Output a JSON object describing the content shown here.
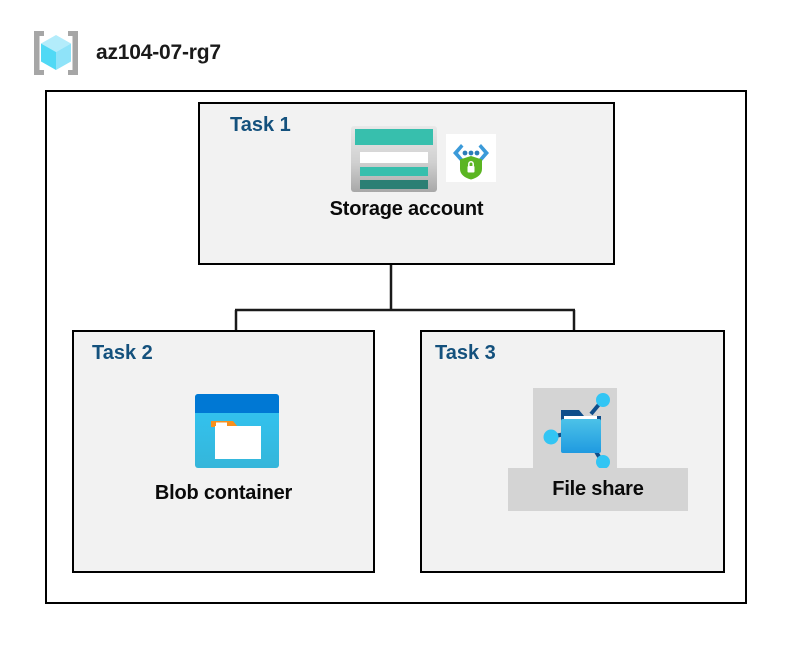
{
  "header": {
    "resource_group_name": "az104-07-rg7",
    "icon": "resource-group-icon"
  },
  "diagram": {
    "type": "azure-architecture-hierarchy",
    "colors": {
      "task_label": "#14517d",
      "box_fill": "#f2f2f2",
      "box_border": "#000000",
      "canvas": "#ffffff",
      "selection_highlight": "#d4d4d4",
      "storage_teal": "#37bfad",
      "storage_teal_dark": "#2c7f74",
      "blob_blue": "#0078d4",
      "blob_cyan": "#32c5f4",
      "folder_orange": "#f7901e",
      "fileshare_blue": "#1f9ae0",
      "node_cyan": "#32c5f4",
      "shield_green": "#5bb522",
      "chevron_blue": "#3b9ad9"
    },
    "tasks": [
      {
        "id": "task1",
        "label": "Task 1",
        "node_caption": "Storage account",
        "icons": [
          "storage-account-icon",
          "encryption-shield-icon"
        ]
      },
      {
        "id": "task2",
        "label": "Task 2",
        "node_caption": "Blob container",
        "icons": [
          "blob-container-icon"
        ]
      },
      {
        "id": "task3",
        "label": "Task 3",
        "node_caption": "File share",
        "icons": [
          "file-share-icon"
        ]
      }
    ],
    "connections": [
      {
        "from": "Storage account",
        "to": "Blob container"
      },
      {
        "from": "Storage account",
        "to": "File share"
      }
    ]
  }
}
